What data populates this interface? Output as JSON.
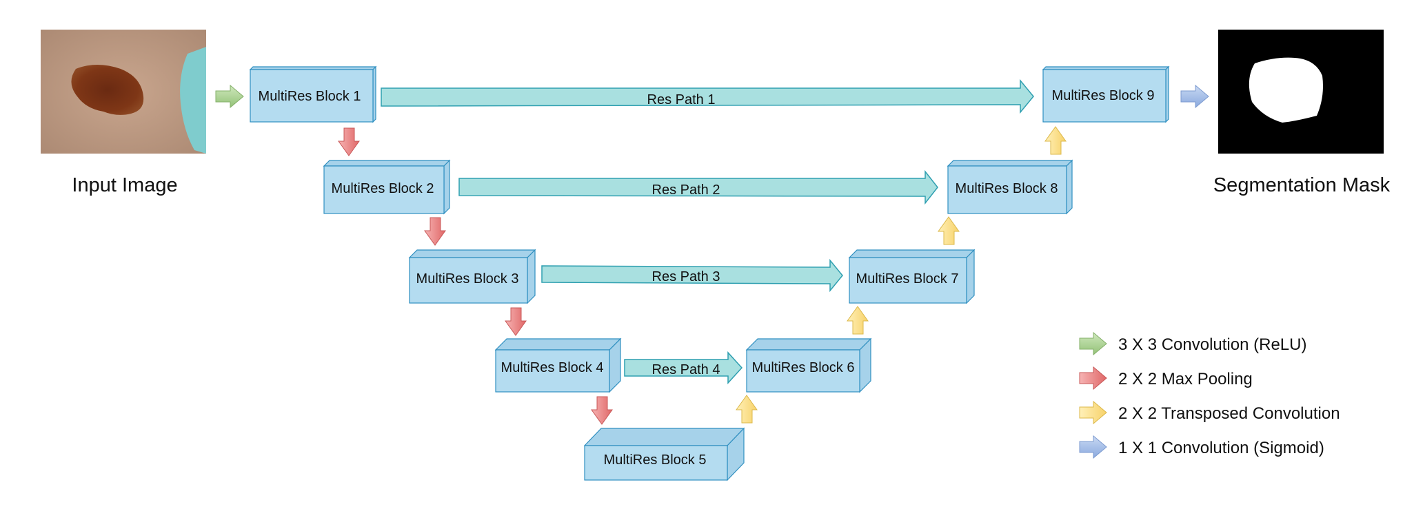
{
  "input": {
    "caption": "Input Image"
  },
  "output": {
    "caption": "Segmentation Mask"
  },
  "blocks": [
    {
      "id": "b1",
      "label": "MultiRes Block 1"
    },
    {
      "id": "b2",
      "label": "MultiRes Block 2"
    },
    {
      "id": "b3",
      "label": "MultiRes Block 3"
    },
    {
      "id": "b4",
      "label": "MultiRes Block 4"
    },
    {
      "id": "b5",
      "label": "MultiRes Block 5"
    },
    {
      "id": "b6",
      "label": "MultiRes Block 6"
    },
    {
      "id": "b7",
      "label": "MultiRes Block 7"
    },
    {
      "id": "b8",
      "label": "MultiRes Block 8"
    },
    {
      "id": "b9",
      "label": "MultiRes Block 9"
    }
  ],
  "res_paths": [
    {
      "label": "Res Path 1"
    },
    {
      "label": "Res Path 2"
    },
    {
      "label": "Res Path 3"
    },
    {
      "label": "Res Path 4"
    }
  ],
  "legend": [
    {
      "label": "3 X 3 Convolution (ReLU)",
      "color": "#a9d18e"
    },
    {
      "label": "2 X 2 Max Pooling",
      "color": "#ea7a7a"
    },
    {
      "label": "2 X 2 Transposed Convolution",
      "color": "#ffd966"
    },
    {
      "label": "1 X 1 Convolution (Sigmoid)",
      "color": "#9ab6e6"
    }
  ],
  "colors": {
    "block_face": "#b4dcf0",
    "block_side": "#a6d2ea",
    "block_stroke": "#2f8fc0",
    "res_path_fill": "#a9e0e0",
    "res_path_stroke": "#2e9fb0"
  }
}
